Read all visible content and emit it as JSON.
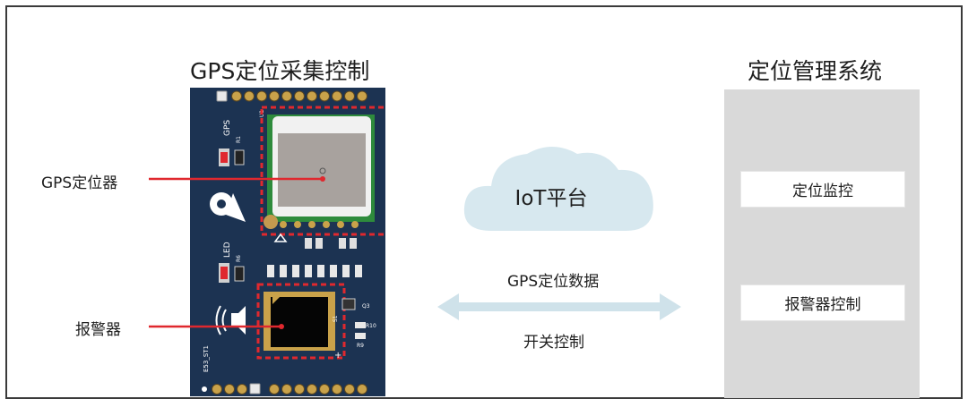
{
  "left_title": "GPS定位采集控制",
  "right_title": "定位管理系统",
  "callouts": {
    "gps": "GPS定位器",
    "alarm": "报警器"
  },
  "cloud": {
    "label": "IoT平台"
  },
  "link": {
    "top_label": "GPS定位数据",
    "bottom_label": "开关控制"
  },
  "system": {
    "items": [
      "定位监控",
      "报警器控制"
    ]
  },
  "board_marks": {
    "gps": "GPS",
    "r1": "R1",
    "led": "LED",
    "r6": "R6",
    "u1": "U1",
    "s1": "S1",
    "q3": "Q3",
    "r10": "R10",
    "r9": "R9",
    "board_id": "E53_ST1"
  },
  "colors": {
    "board": "#1c3352",
    "highlight": "#e0282e",
    "cloud": "#d7e8ef",
    "arrow": "#cfe2ea",
    "panel": "#d9d9d9"
  }
}
